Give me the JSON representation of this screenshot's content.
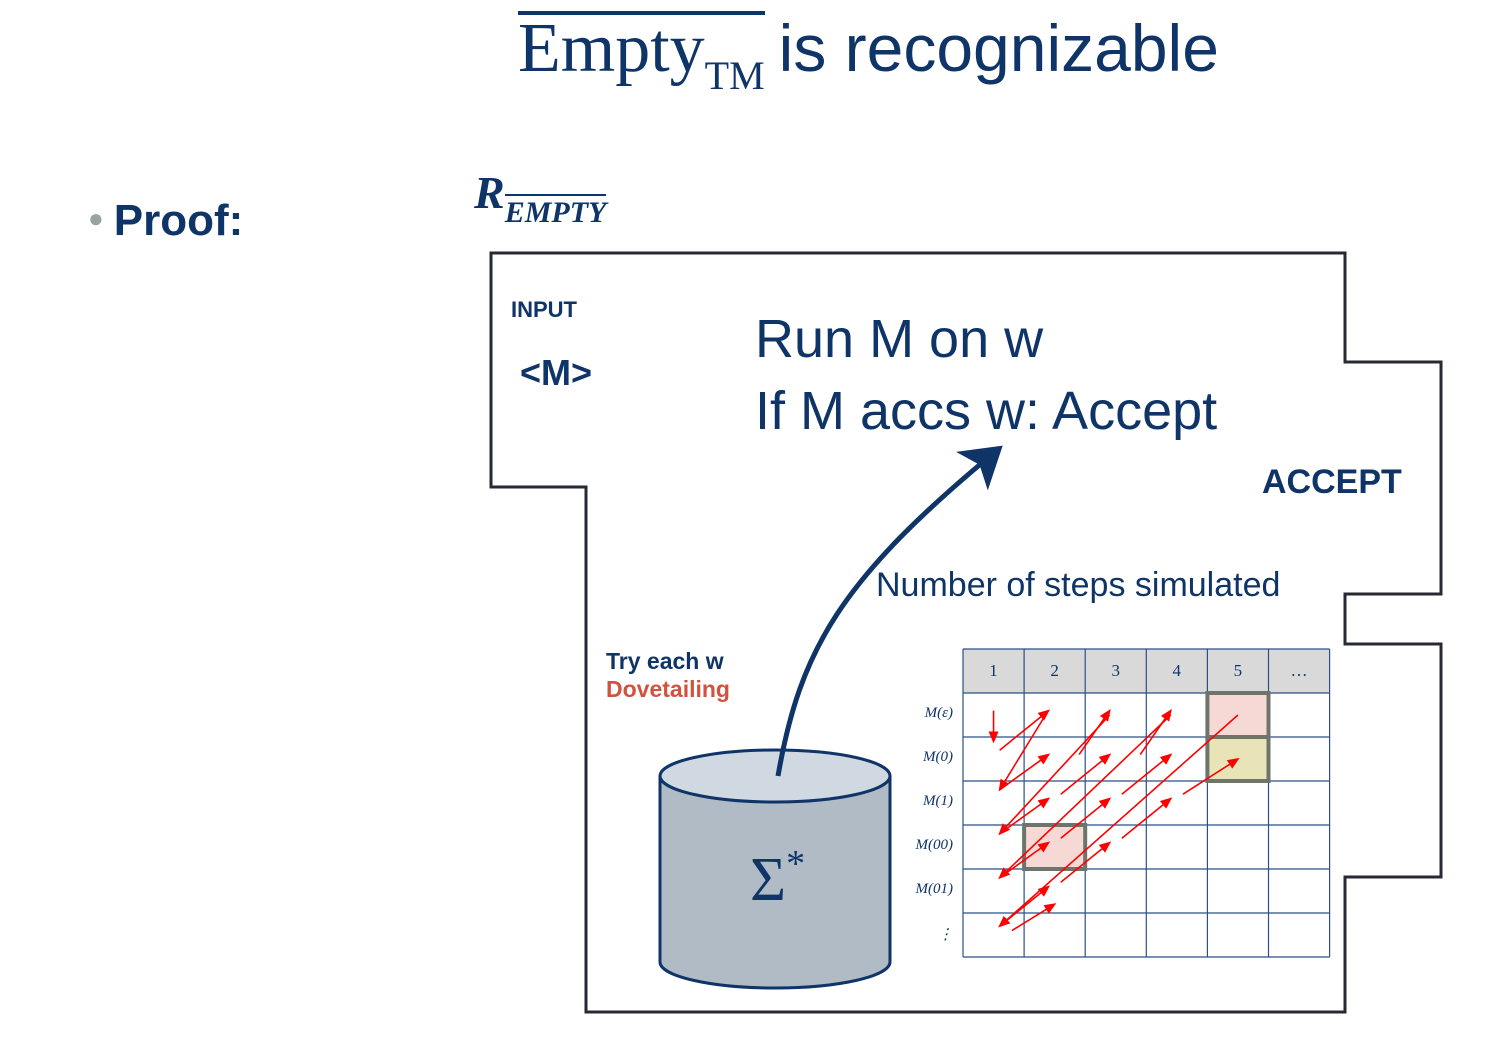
{
  "slide": {
    "title": {
      "overlined_term": "Empty",
      "subscript": "TM",
      "rest": "is recognizable"
    },
    "bullet": "Proof:",
    "machine_name": {
      "base": "R",
      "subscript_overlined": "EMPTY"
    }
  },
  "machine": {
    "input_label": "INPUT",
    "input_value": "<M>",
    "steps": [
      "Run M on w",
      "If M accs w: Accept"
    ],
    "accept_label": "ACCEPT",
    "grid_caption": "Number of steps simulated",
    "enumerator_label": "Try each w",
    "technique_label": "Dovetailing",
    "database_label": "Σ",
    "database_superscript": "*"
  },
  "dovetail_table": {
    "column_headers": [
      "1",
      "2",
      "3",
      "4",
      "5",
      "…"
    ],
    "row_labels": [
      "M(ε)",
      "M(0)",
      "M(1)",
      "M(00)",
      "M(01)",
      "⋮"
    ],
    "highlighted_cells": [
      {
        "row": 0,
        "col": 4,
        "color": "#f6d9d4"
      },
      {
        "row": 1,
        "col": 4,
        "color": "#e8e4b8"
      },
      {
        "row": 3,
        "col": 1,
        "color": "#f6d9d4"
      }
    ],
    "colors": {
      "arrow": "#ff0000",
      "grid": "#2c4f86",
      "header_fill": "#d9d9d9",
      "highlight_border": "#6d746c"
    }
  },
  "colors": {
    "text": "#0f3468",
    "accent": "#d0533f",
    "outline": "#262a33",
    "cylinder_body": "#b1bbc6",
    "cylinder_top": "#d0d8e1"
  }
}
